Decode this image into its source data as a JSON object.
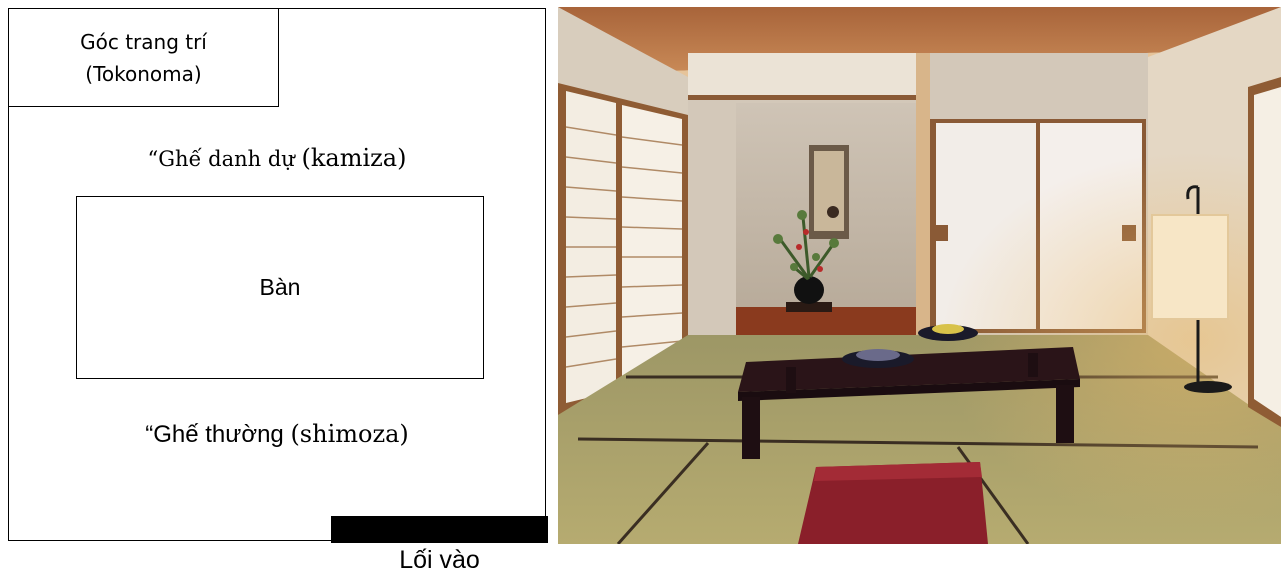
{
  "plan": {
    "tokonoma_line1": "Góc trang trí",
    "tokonoma_line2": "(Tokonoma)",
    "kamiza_text": "“Ghế danh dự ",
    "kamiza_latin": "(kamiza)",
    "table_label": "Bàn",
    "shimoza_text": "“Ghế thường ",
    "shimoza_latin": "(shimoza)",
    "entrance_label": "Lối vào"
  },
  "photo": {
    "subject": "japanese-tatami-room",
    "colors": {
      "ceiling": "#b9784a",
      "wall": "#d9d0c5",
      "tatami": "#a9a16a",
      "table": "#2a1418",
      "cushion": "#8a1f2a",
      "lamp": "#f7e6c6"
    }
  }
}
